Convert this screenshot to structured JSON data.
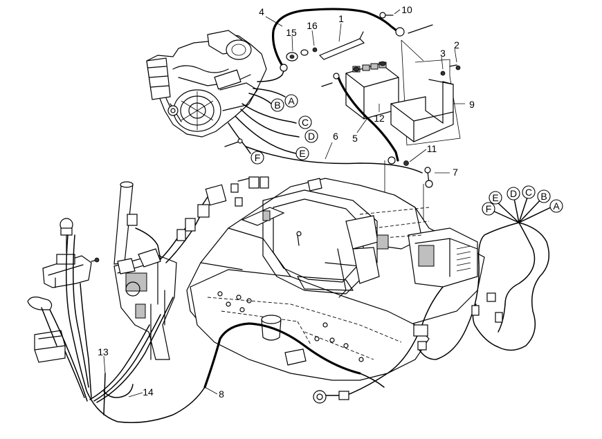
{
  "callouts": {
    "p1": "1",
    "p2": "2",
    "p3": "3",
    "p4": "4",
    "p5": "5",
    "p6": "6",
    "p7": "7",
    "p8": "8",
    "p9": "9",
    "p10": "10",
    "p11": "11",
    "p12": "12",
    "p13": "13",
    "p14": "14",
    "p15": "15",
    "p16": "16"
  },
  "connector_labels": {
    "engine": [
      "A",
      "B",
      "C",
      "D",
      "E",
      "F"
    ],
    "harness": [
      "A",
      "B",
      "C",
      "D",
      "E",
      "F"
    ]
  }
}
